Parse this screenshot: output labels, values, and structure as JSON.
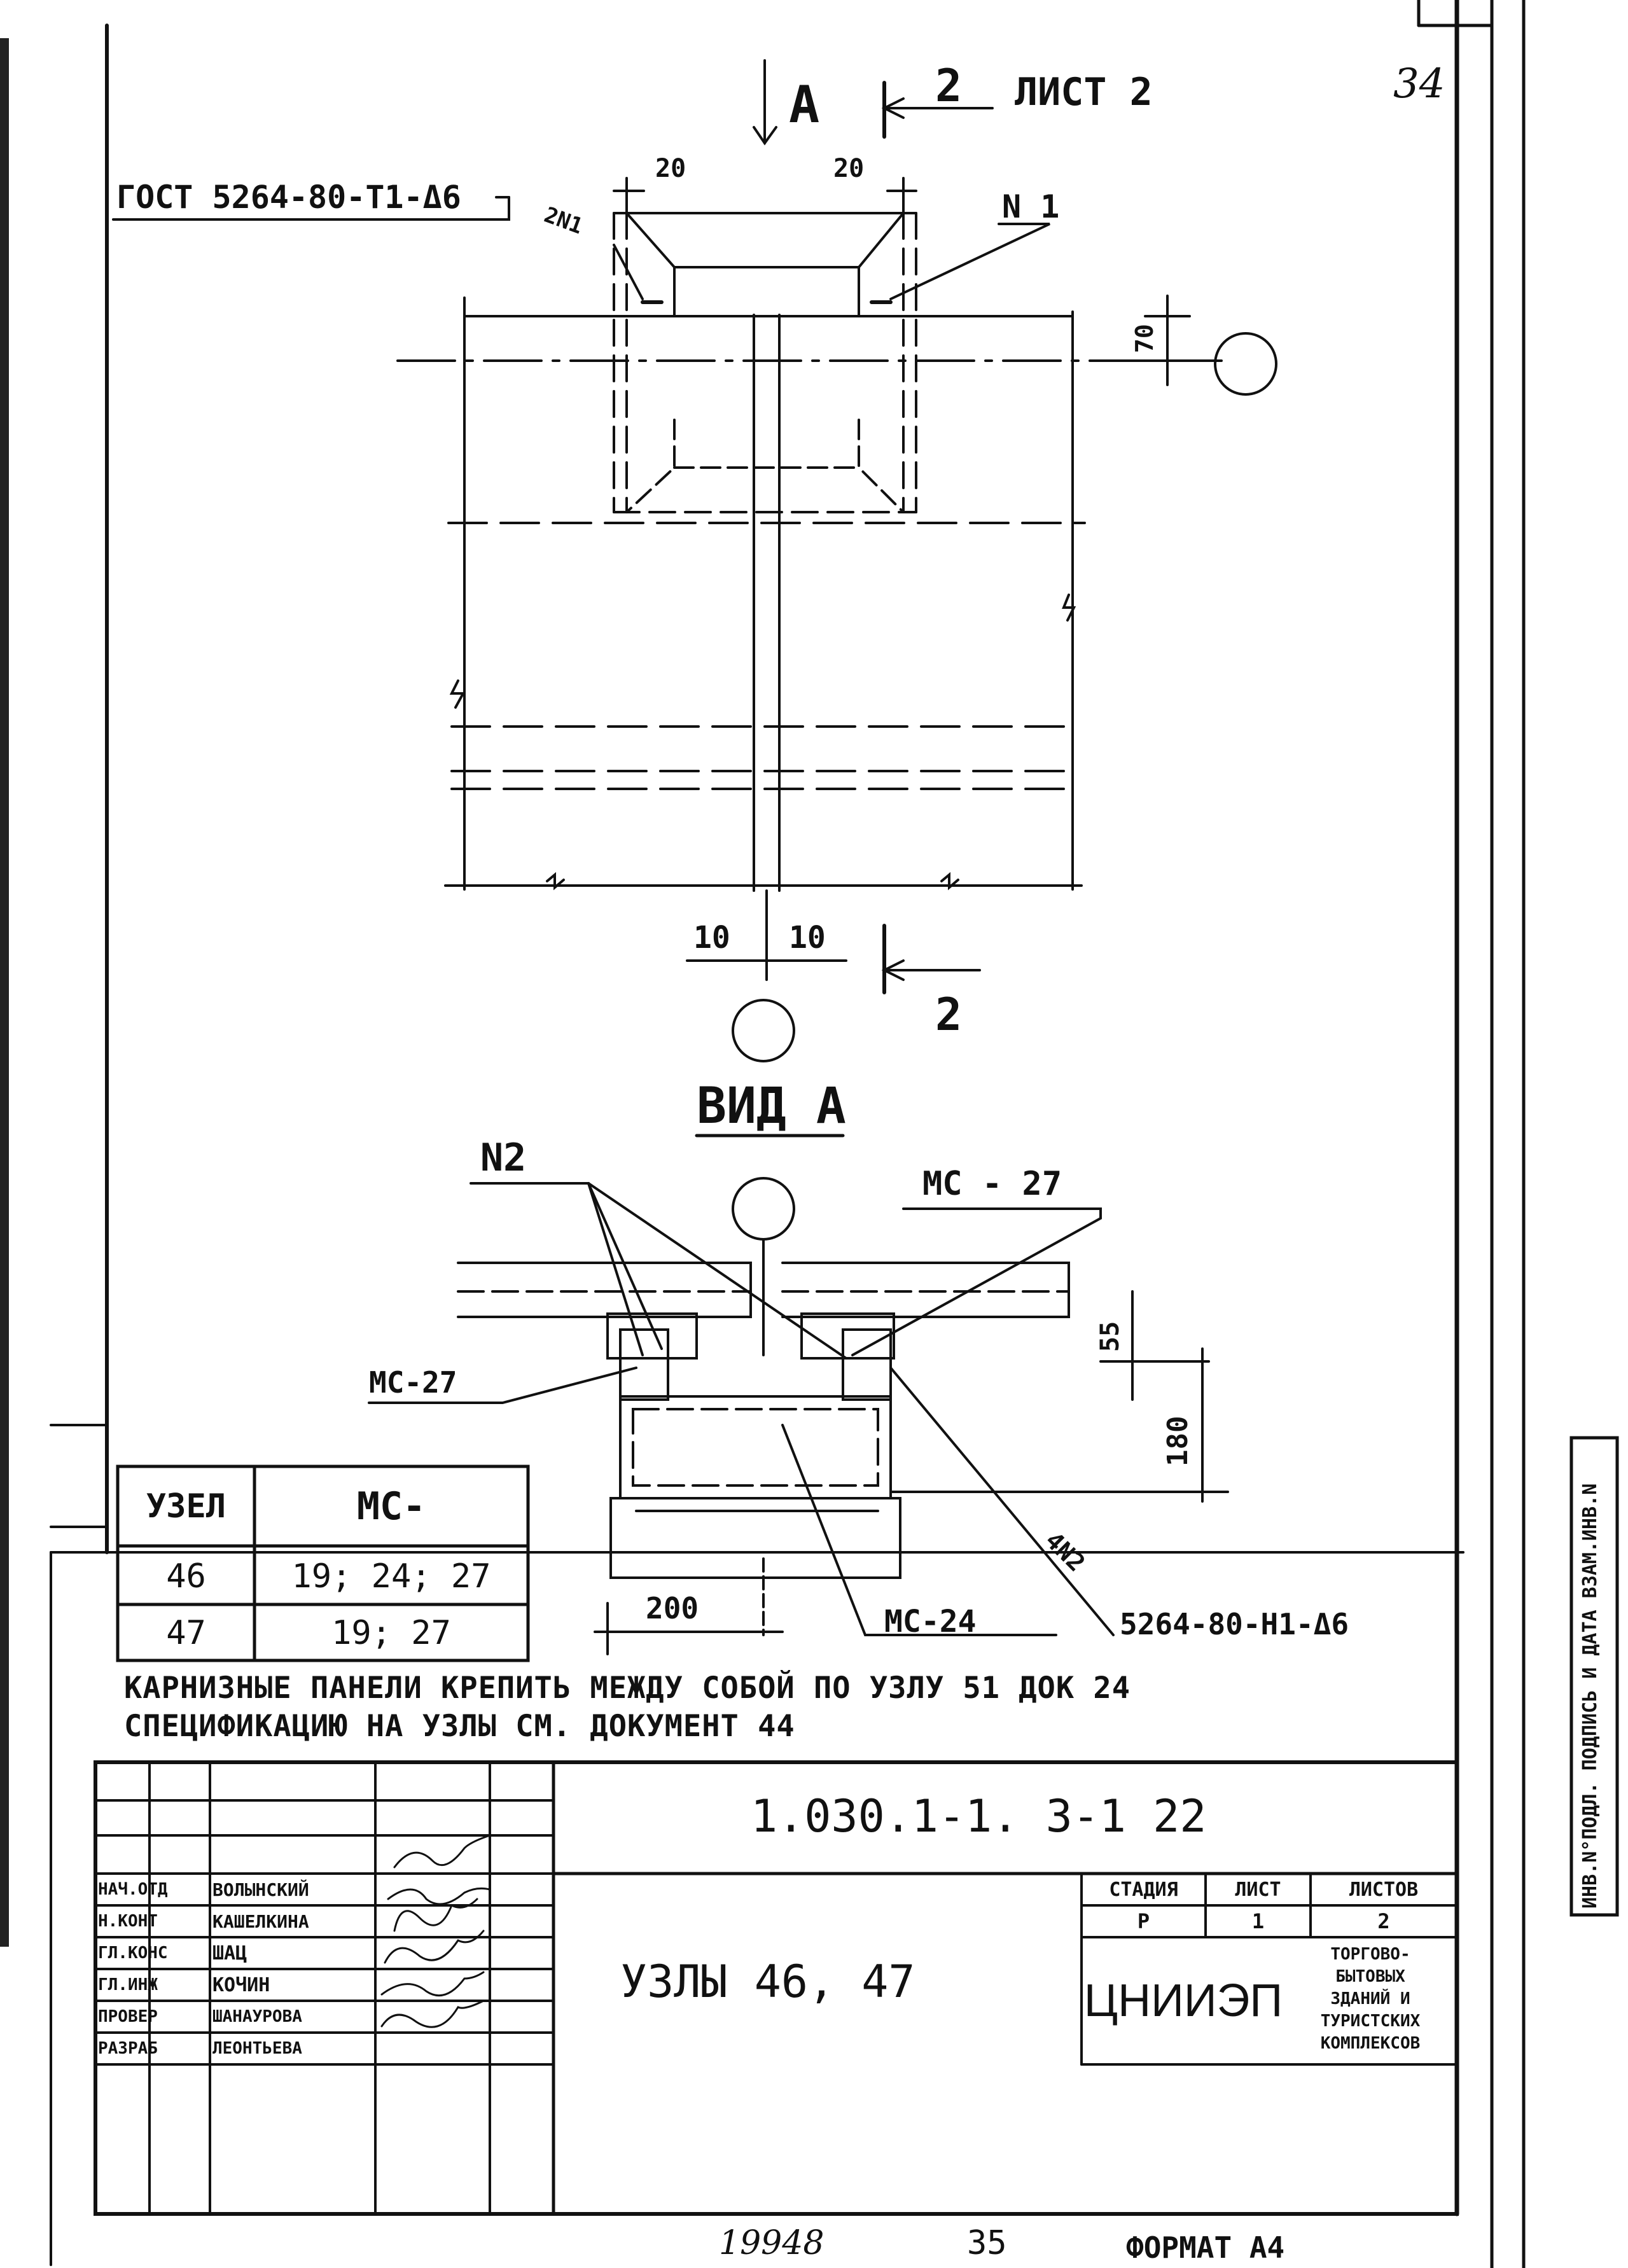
{
  "sheet_number": "34",
  "section_top": {
    "view_mark": "А",
    "section_label": "2",
    "section_ref": "ЛИСТ 2",
    "section_label_bottom": "2",
    "gost_callout": "ГОСТ 5264-80-Т1-Δ6",
    "mark_2n1": "2N1",
    "mark_n1": "N 1",
    "dim_20_left": "20",
    "dim_20_right": "20",
    "dim_70": "70",
    "dim_10_left": "10",
    "dim_10_right": "10"
  },
  "view_a": {
    "title": "ВИД А",
    "mark_n2": "N2",
    "mc27_top": "МС - 27",
    "mc27_left": "МС-27",
    "dim_55": "55",
    "dim_180": "180",
    "dim_200": "200",
    "mark_4n2": "4N2",
    "mc24": "МС-24",
    "weld_callout": "5264-80-Н1-Δ6"
  },
  "node_table": {
    "headers": [
      "УЗЕЛ",
      "МС-"
    ],
    "rows": [
      [
        "46",
        "19; 24; 27"
      ],
      [
        "47",
        "19; 27"
      ]
    ]
  },
  "notes": [
    "КАРНИЗНЫЕ ПАНЕЛИ КРЕПИТЬ МЕЖДУ СОБОЙ ПО УЗЛУ 51 ДОК 24",
    "СПЕЦИФИКАЦИЮ НА УЗЛЫ СМ. ДОКУМЕНТ 44"
  ],
  "title_block": {
    "doc_code": "1.030.1-1. 3-1  22",
    "drawing_title": "УЗЛЫ 46, 47",
    "roles": [
      {
        "role": "НАЧ.ОТД",
        "name": "ВОЛЫНСКИЙ"
      },
      {
        "role": "Н.КОНТ",
        "name": "КАШЕЛКИНА"
      },
      {
        "role": "ГЛ.КОНС",
        "name": "ШАЦ"
      },
      {
        "role": "ГЛ.ИНЖ",
        "name": "КОЧИН"
      },
      {
        "role": "ПРОВЕР",
        "name": "ШАНАУРОВА"
      },
      {
        "role": "РАЗРАБ",
        "name": "ЛЕОНТЬЕВА"
      }
    ],
    "stage_header": "СТАДИЯ",
    "sheet_header": "ЛИСТ",
    "sheets_header": "ЛИСТОВ",
    "stage": "Р",
    "sheet": "1",
    "sheets": "2",
    "org_name": "ЦНИИЭП",
    "org_desc": [
      "ТОРГОВО-",
      "БЫТОВЫХ",
      "ЗДАНИЙ И",
      "ТУРИСТСКИХ",
      "КОМПЛЕКСОВ"
    ]
  },
  "footer": {
    "inventory_no": "19948",
    "page_no": "35",
    "format": "ФОРМАТ А4"
  },
  "side_stamp": "ИНВ.N°ПОДЛ. ПОДПИСЬ И ДАТА ВЗАМ.ИНВ.N"
}
